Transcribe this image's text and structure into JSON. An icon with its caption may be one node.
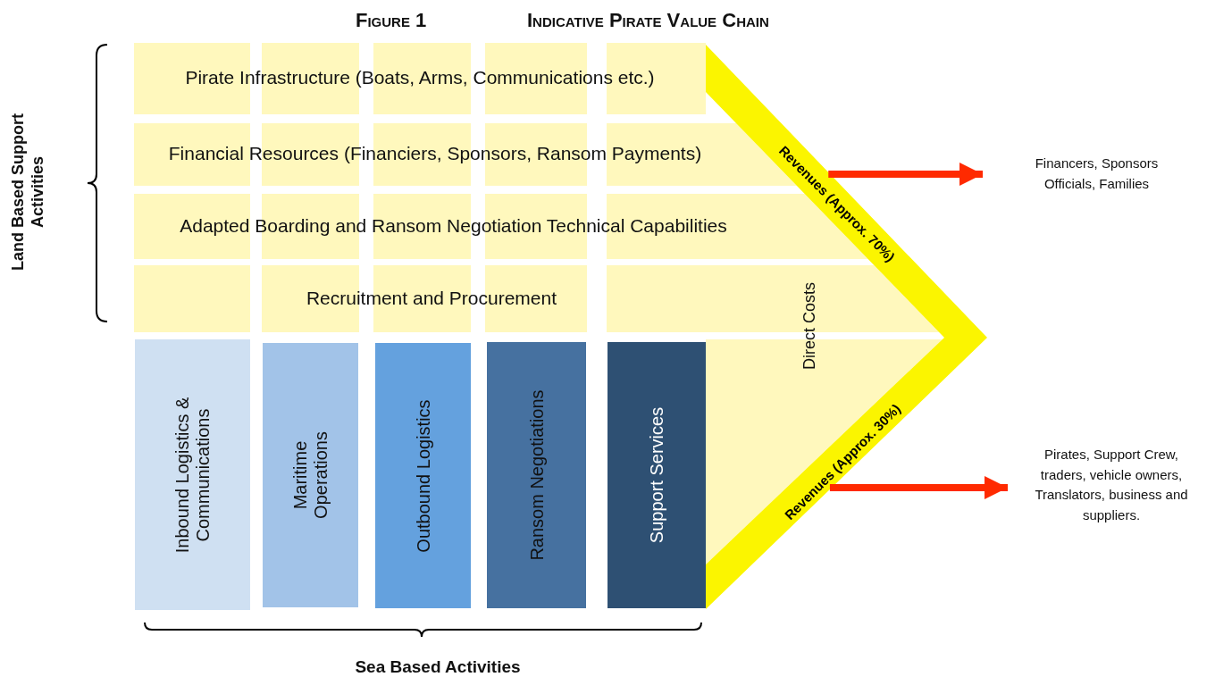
{
  "diagram": {
    "title": "Indicative Pirate Value Chain",
    "nodes": [
      {
        "text": [
          "Pirate Infrastructure (Boats, Arms, Communications etc.)"
        ]
      },
      {
        "text": [
          "Financial Resources (Financiers, Sponsors, Ransom Payments)"
        ]
      },
      {
        "text": [
          "Adapted Boarding and Ransom Negotiation Technical Capabilities"
        ]
      },
      {
        "text": [
          "Recruitment and Procurement"
        ]
      },
      {
        "text": [
          "Inbound Logistics & Communications"
        ]
      },
      {
        "text": [
          "Maritime Operations"
        ]
      },
      {
        "text": [
          "Outbound Logistics"
        ]
      },
      {
        "text": [
          "Ransom Negotiations"
        ]
      },
      {
        "text": [
          "Support Services"
        ]
      },
      {
        "text": [
          "Revenues (Approx. 70%)",
          "Revenues (Approx. 30%)"
        ]
      },
      {
        "text": [
          "Financers, Sponsors Officials, Families"
        ]
      },
      {
        "text": [
          "Pirates, Support Crew, traders, vehicle owners, Translators, business and suppliers."
        ]
      }
    ],
    "edges": [
      {
        "from": 9,
        "to": 10,
        "arrow": "to"
      },
      {
        "from": 9,
        "to": 11,
        "arrow": "to"
      }
    ],
    "labels": [
      "Figure 1",
      "Land Based Support Activities",
      "Direct Costs",
      "Sea Based Activities"
    ]
  }
}
